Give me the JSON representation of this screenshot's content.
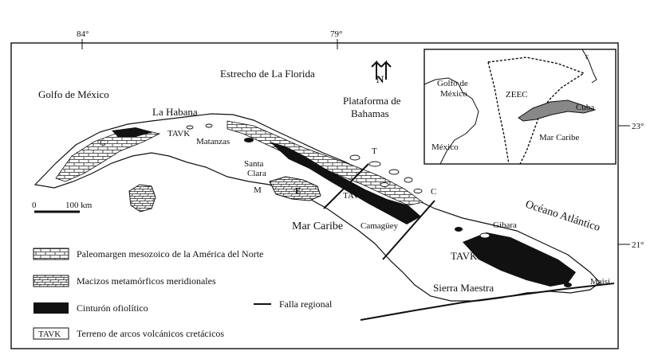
{
  "map": {
    "graticule": {
      "lon": [
        "84°",
        "79°"
      ],
      "lat": [
        "23°",
        "21°"
      ]
    },
    "places": {
      "golfo_mexico": "Golfo de México",
      "estrecho": "Estrecho de La Florida",
      "plataforma_1": "Plataforma de",
      "plataforma_2": "Bahamas",
      "la_habana": "La Habana",
      "tavk_west": "TAVK",
      "matanzas": "Matanzas",
      "santa_clara_1": "Santa",
      "santa_clara_2": "Clara",
      "m": "M",
      "e": "E",
      "g": "G",
      "t": "T",
      "c": "C",
      "tavk_central": "TAVK",
      "camaguey": "Camagüey",
      "mar_caribe": "Mar Caribe",
      "oceano": "Océano Atlántico",
      "gibara": "Gibara",
      "tavk_east": "TAVK",
      "sierra_maestra": "Sierra Maestra",
      "maisi": "Maisí"
    },
    "scale": {
      "zero": "0",
      "dist": "100 km"
    },
    "north": "N"
  },
  "inset": {
    "golfo_1": "Golfo de",
    "golfo_2": "México",
    "zeec": "ZEEC",
    "cuba": "Cuba",
    "mexico": "México",
    "mar_caribe": "Mar Caribe",
    "f": "F"
  },
  "legend": {
    "items": [
      {
        "code": "",
        "label": "Paleomargen mesozoico de la América del Norte"
      },
      {
        "code": "",
        "label": "Macizos metamórficos meridionales"
      },
      {
        "code": "",
        "label": "Cinturón ofiolítico"
      },
      {
        "code": "TAVK",
        "label": "Terreno de arcos volcánicos cretácicos"
      }
    ],
    "fault": "Falla regional"
  },
  "colors": {
    "ink": "#111111",
    "paper": "#ffffff"
  }
}
